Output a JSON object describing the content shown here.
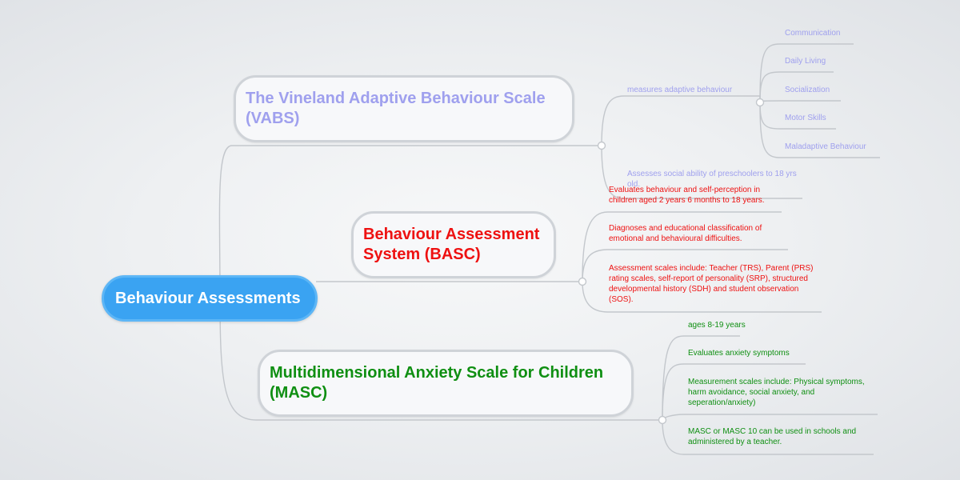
{
  "root": {
    "label": "Behaviour Assessments"
  },
  "vabs": {
    "title": "The Vineland Adaptive Behaviour Scale (VABS)",
    "measures": "measures adaptive behaviour",
    "domains": [
      "Communication",
      "Daily Living",
      "Socialization",
      "Motor Skills",
      "Maladaptive Behaviour"
    ],
    "social": "Assesses social ability of preschoolers to 18 yrs old."
  },
  "basc": {
    "title": "Behaviour Assessment System (BASC)",
    "items": [
      "Evaluates behaviour and self-perception in children aged 2 years 6 months to 18 years.",
      "Diagnoses and educational classification of emotional and behavioural difficulties.",
      "Assessment scales include: Teacher (TRS), Parent (PRS) rating scales, self-report of personality (SRP), structured developmental history (SDH) and student observation (SOS)."
    ]
  },
  "masc": {
    "title": "Multidimensional Anxiety Scale for Children (MASC)",
    "items": [
      "ages 8-19 years",
      "Evaluates anxiety symptoms",
      "Measurement scales include: Physical symptoms, harm avoidance, social anxiety, and seperation/anxiety)",
      "MASC or MASC 10 can be used in schools and administered by a teacher."
    ]
  },
  "colors": {
    "root": "#3aa3f2",
    "vabs": "#9fa0ee",
    "basc": "#ee1111",
    "masc": "#0f8f12",
    "connector": "#c3c7cc"
  }
}
